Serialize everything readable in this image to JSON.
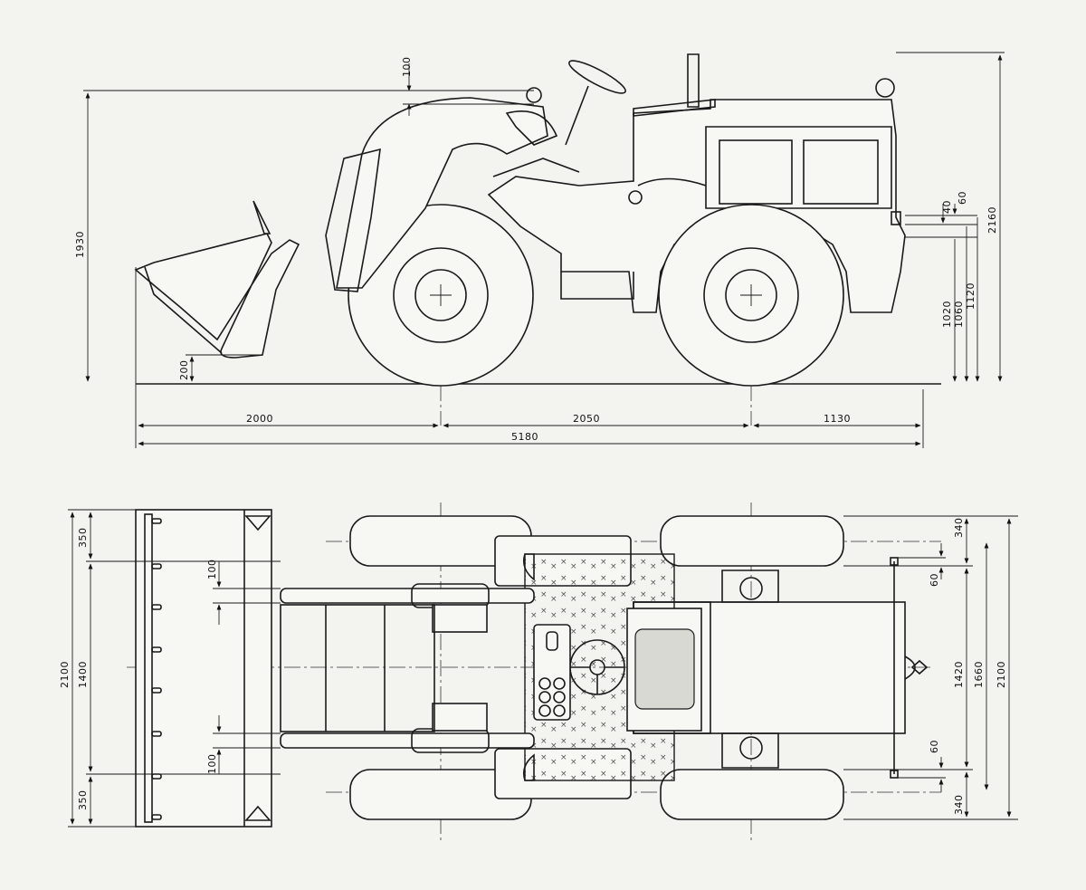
{
  "side_view": {
    "dims": {
      "bucket_tooth_clearance": "100",
      "overall_height_bucket": "1930",
      "bucket_ground_clearance": "200",
      "front_overhang": "2000",
      "wheelbase": "2050",
      "rear_overhang": "1130",
      "overall_length": "5180",
      "hitch_offset_a": "40",
      "hitch_offset_b": "60",
      "hitch_height_a": "1020",
      "hitch_height_b": "1060",
      "hitch_height_c": "1120",
      "overall_height": "2160"
    }
  },
  "top_view": {
    "dims": {
      "bucket_overall_width": "2100",
      "bucket_edge_left": "350",
      "bucket_inner_width": "1400",
      "bucket_edge_right": "350",
      "arm_gap_top": "100",
      "arm_gap_bottom": "100",
      "tyre_width_top": "340",
      "hitch_offset_top": "60",
      "track_inner": "1420",
      "track_center": "1660",
      "machine_width": "2100",
      "hitch_offset_bottom": "60",
      "tyre_width_bottom": "340"
    }
  }
}
